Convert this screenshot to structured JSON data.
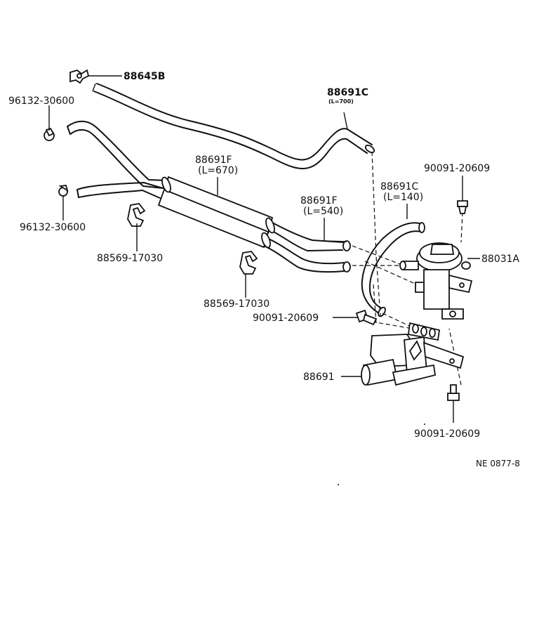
{
  "diagram": {
    "figure_code": "NE 0877-8",
    "parts": {
      "p88645b": {
        "label": "88645B"
      },
      "p96132_top": {
        "label": "96132-30600"
      },
      "p96132_mid": {
        "label": "96132-30600"
      },
      "p88691c_top": {
        "label": "88691C",
        "sub": "(L=700)"
      },
      "p88691f_670": {
        "label": "88691F",
        "sub": "(L=670)"
      },
      "p88691f_540": {
        "label": "88691F",
        "sub": "(L=540)"
      },
      "p88691c_140": {
        "label": "88691C",
        "sub": "(L=140)"
      },
      "p88569_a": {
        "label": "88569-17030"
      },
      "p88569_b": {
        "label": "88569-17030"
      },
      "p90091_top": {
        "label": "90091-20609"
      },
      "p88031a": {
        "label": "88031A"
      },
      "p90091_mid": {
        "label": "90091-20609"
      },
      "p88691": {
        "label": "88691"
      },
      "p90091_bot": {
        "label": "90091-20609"
      }
    }
  }
}
